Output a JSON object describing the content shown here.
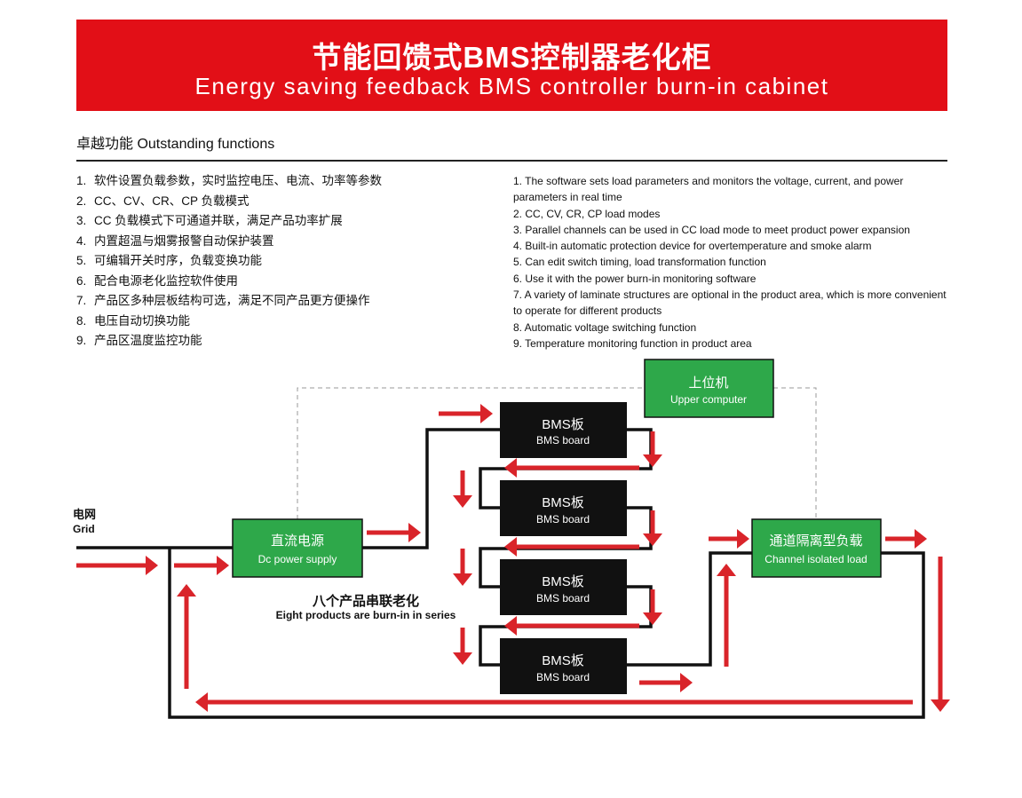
{
  "banner": {
    "title_zh": "节能回馈式BMS控制器老化柜",
    "title_en": "Energy saving feedback BMS controller burn-in cabinet"
  },
  "section": {
    "heading": "卓越功能  Outstanding functions"
  },
  "features_zh": [
    {
      "num": "1.",
      "text": "软件设置负载参数，实时监控电压、电流、功率等参数"
    },
    {
      "num": "2.",
      "text": "CC、CV、CR、CP 负载模式"
    },
    {
      "num": "3.",
      "text": "CC 负载模式下可通道并联，满足产品功率扩展"
    },
    {
      "num": "4.",
      "text": "内置超温与烟雾报警自动保护装置"
    },
    {
      "num": "5.",
      "text": "可编辑开关时序，负载变换功能"
    },
    {
      "num": "6.",
      "text": "配合电源老化监控软件使用"
    },
    {
      "num": "7.",
      "text": "产品区多种层板结构可选，满足不同产品更方便操作"
    },
    {
      "num": "8.",
      "text": "电压自动切换功能"
    },
    {
      "num": "9.",
      "text": "产品区温度监控功能"
    }
  ],
  "features_en": [
    "1. The software sets load parameters and monitors the voltage, current, and power parameters in real time",
    "2. CC, CV, CR, CP load modes",
    "3. Parallel channels can be used in CC load mode to meet product power expansion",
    "4. Built-in automatic protection device for overtemperature and smoke alarm",
    "5. Can edit switch timing, load transformation function",
    "6. Use it with the power burn-in monitoring software",
    "7. A variety of laminate structures are optional in the product area, which is more convenient to operate for different products",
    "8. Automatic voltage switching function",
    "9. Temperature monitoring function in product area"
  ],
  "diagram": {
    "grid_zh": "电网",
    "grid_en": "Grid",
    "dc_supply_zh": "直流电源",
    "dc_supply_en": "Dc power supply",
    "host_zh": "上位机",
    "host_en": "Upper computer",
    "load_zh": "通道隔离型负载",
    "load_en": "Channel isolated load",
    "bms_zh": "BMS板",
    "bms_en": "BMS board",
    "series_zh": "八个产品串联老化",
    "series_en": "Eight products are burn-in in series",
    "colors": {
      "red": "#d9242a",
      "green": "#2ea84a",
      "black": "#111111",
      "banner": "#e20f17"
    }
  }
}
